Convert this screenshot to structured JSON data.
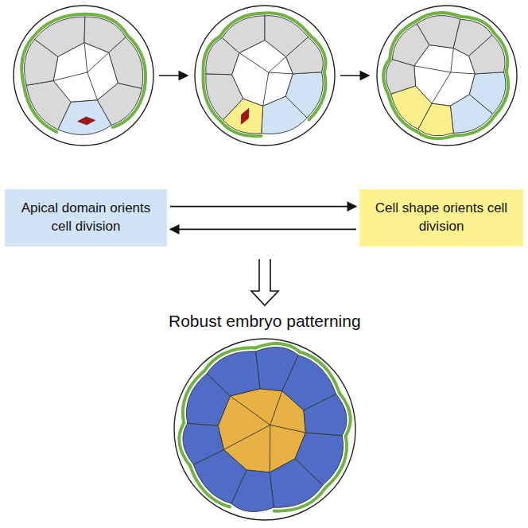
{
  "diagram": {
    "nodes": [
      {
        "text": [
          "Apical domain orients cell division"
        ]
      },
      {
        "text": [
          "Cell shape orients cell division"
        ]
      }
    ],
    "edges": [
      {
        "from": 0,
        "to": 1,
        "arrow": "to"
      },
      {
        "from": 1,
        "to": 0,
        "arrow": "to"
      }
    ],
    "labels": [
      "Robust embryo patterning"
    ]
  }
}
